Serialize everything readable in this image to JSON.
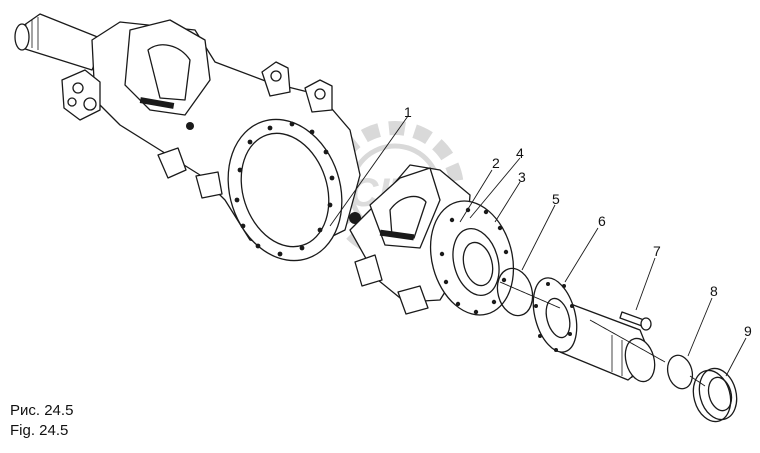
{
  "figure": {
    "caption_ru": "Рис. 24.5",
    "caption_en": "Fig. 24.5",
    "watermark": "CITY"
  },
  "callouts": [
    "1",
    "2",
    "3",
    "4",
    "5",
    "6",
    "7",
    "8",
    "9"
  ]
}
